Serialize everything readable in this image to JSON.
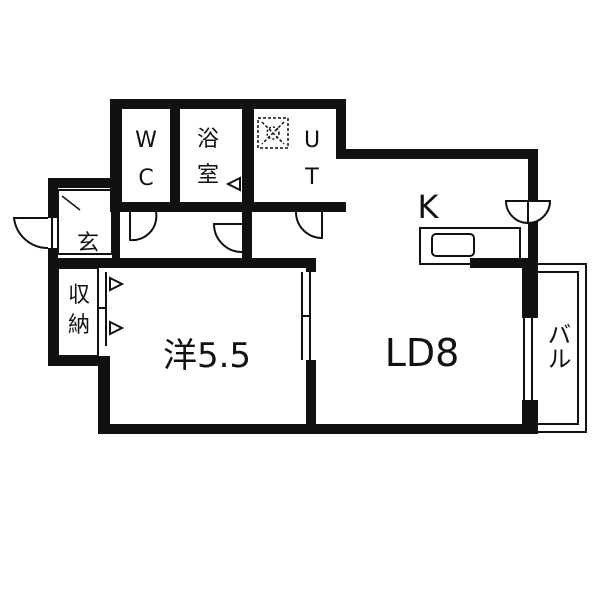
{
  "floor_plan": {
    "rooms": {
      "wc": {
        "line1": "W",
        "line2": "C"
      },
      "bath": {
        "line1": "浴",
        "line2": "室"
      },
      "utility": {
        "line1": "U",
        "line2": "T"
      },
      "kitchen": {
        "label": "K"
      },
      "entrance": {
        "label": "玄"
      },
      "storage": {
        "line1": "収",
        "line2": "納"
      },
      "western_room": {
        "label": "洋5.5"
      },
      "living_dining": {
        "label": "LD8"
      },
      "balcony": {
        "label": "バル"
      }
    },
    "colors": {
      "wall": "#111111",
      "background": "#ffffff"
    },
    "icons": [
      "door-swing-icon",
      "sliding-door-icon",
      "kitchen-sink-icon",
      "washer-pan-icon",
      "ventilation-fan-icon"
    ]
  }
}
